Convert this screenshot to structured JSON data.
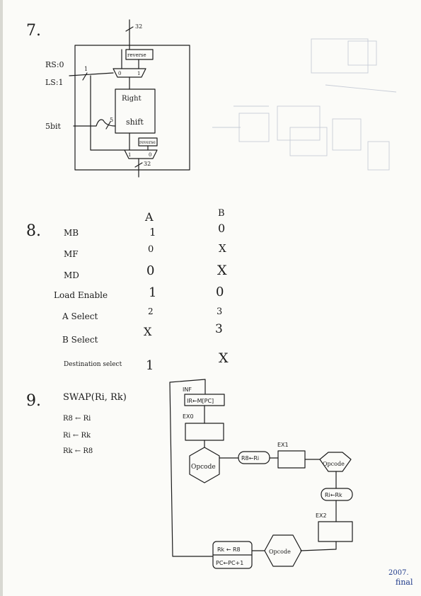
{
  "q7": {
    "number": "7.",
    "bus_width_top": "32",
    "bus_width_bottom": "32",
    "rs_label": "RS:0",
    "ls_label": "LS:1",
    "shift_amount_label": "5bit",
    "wire_width_5": "5",
    "wire_width_1": "1",
    "reverse_top": "reverse",
    "reverse_bottom": "reverse",
    "mux_top_left": "0",
    "mux_top_right": "1",
    "mux_bottom_left": "1",
    "mux_bottom_right": "0",
    "shifter_line1": "Right",
    "shifter_line2": "shift"
  },
  "q8": {
    "number": "8.",
    "col_a": "A",
    "col_b": "B",
    "rows": [
      {
        "label": "MB",
        "a": "1",
        "b": "0"
      },
      {
        "label": "MF",
        "a": "0",
        "b": "X"
      },
      {
        "label": "MD",
        "a": "0",
        "b": "X"
      },
      {
        "label": "Load Enable",
        "a": "1",
        "b": "0"
      },
      {
        "label": "A Select",
        "a": "2",
        "b": "3"
      },
      {
        "label": "B Select",
        "a": "X",
        "b": "3"
      },
      {
        "label": "Destination select",
        "a": "1",
        "b": "X"
      }
    ]
  },
  "q9": {
    "number": "9.",
    "title": "SWAP(Ri, Rk)",
    "steps": [
      "R8 ← Ri",
      "Ri ← Rk",
      "Rk ← R8"
    ],
    "inf_label": "INF",
    "inf_box": "IR←M[PC]",
    "ex0_label": "EX0",
    "ex1_label": "EX1",
    "ex2_label": "EX2",
    "opcode_1": "Opcode",
    "opcode_2": "Opcode",
    "opcode_3": "Opcode",
    "oval_1": "R8←Ri",
    "oval_2": "Ri←Rk",
    "final_line1": "Rk ← R8",
    "final_line2": "PC←PC+1"
  },
  "footer": {
    "year": "2007.",
    "tag": "final"
  }
}
